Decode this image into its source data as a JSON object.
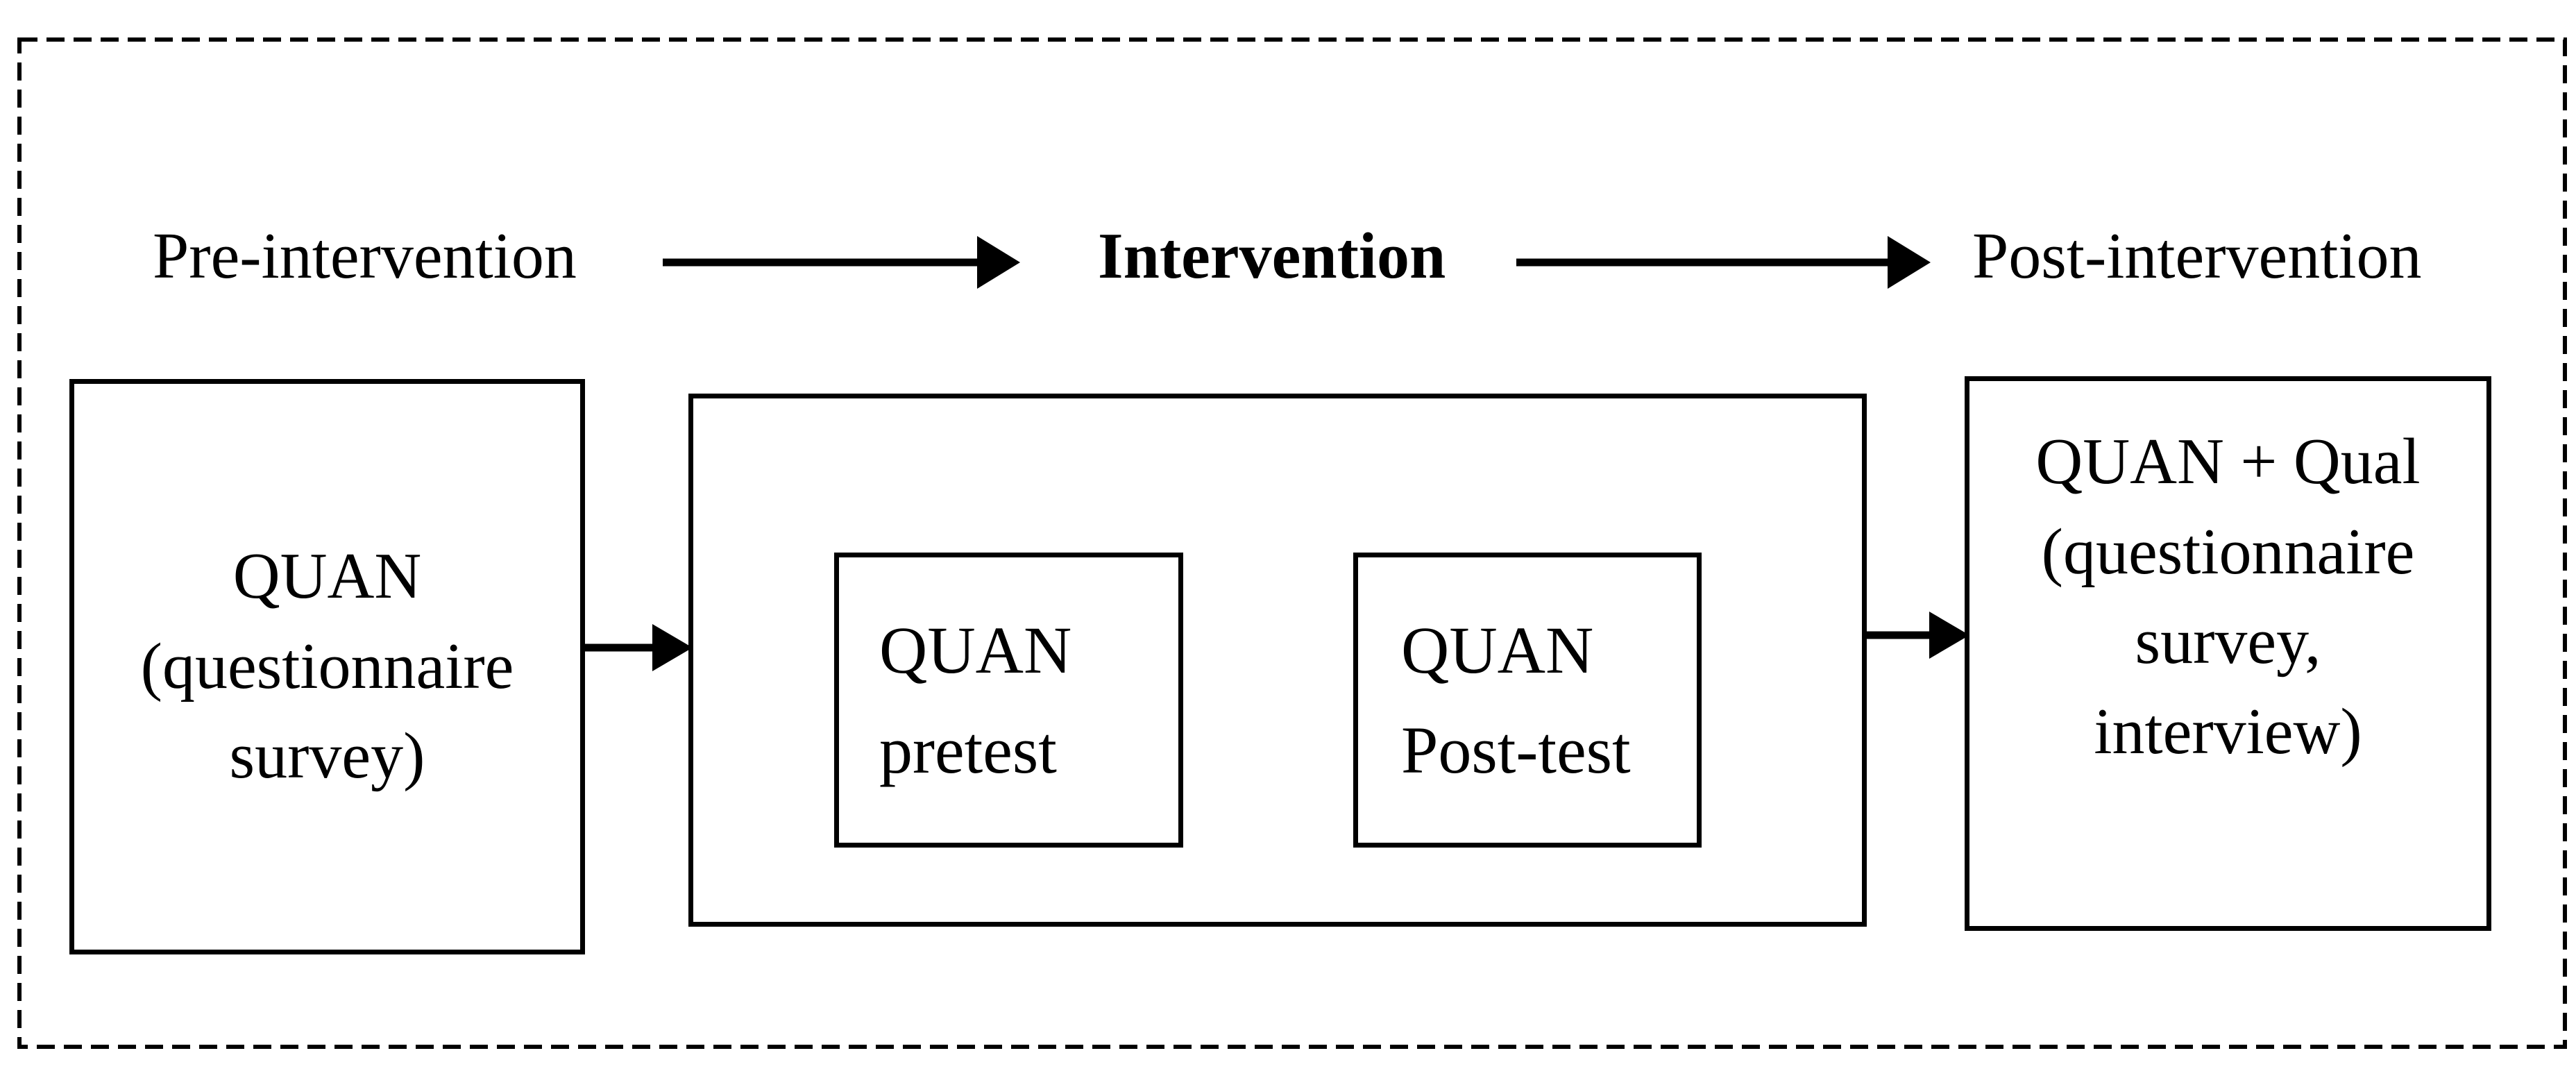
{
  "header": {
    "pre_label": "Pre-intervention",
    "intervention_label": "Intervention",
    "post_label": "Post-intervention"
  },
  "boxes": {
    "pre": {
      "label": "QUAN\n(questionnaire\nsurvey)"
    },
    "pretest": {
      "label": "QUAN\npretest"
    },
    "posttest": {
      "label": "QUAN\nPost-test"
    },
    "post": {
      "label": "QUAN + Qual\n(questionnaire\nsurvey,\ninterview)"
    }
  },
  "icons": {
    "flow_arrow": "right-arrow"
  },
  "colors": {
    "ink": "#000000",
    "paper": "#ffffff"
  }
}
